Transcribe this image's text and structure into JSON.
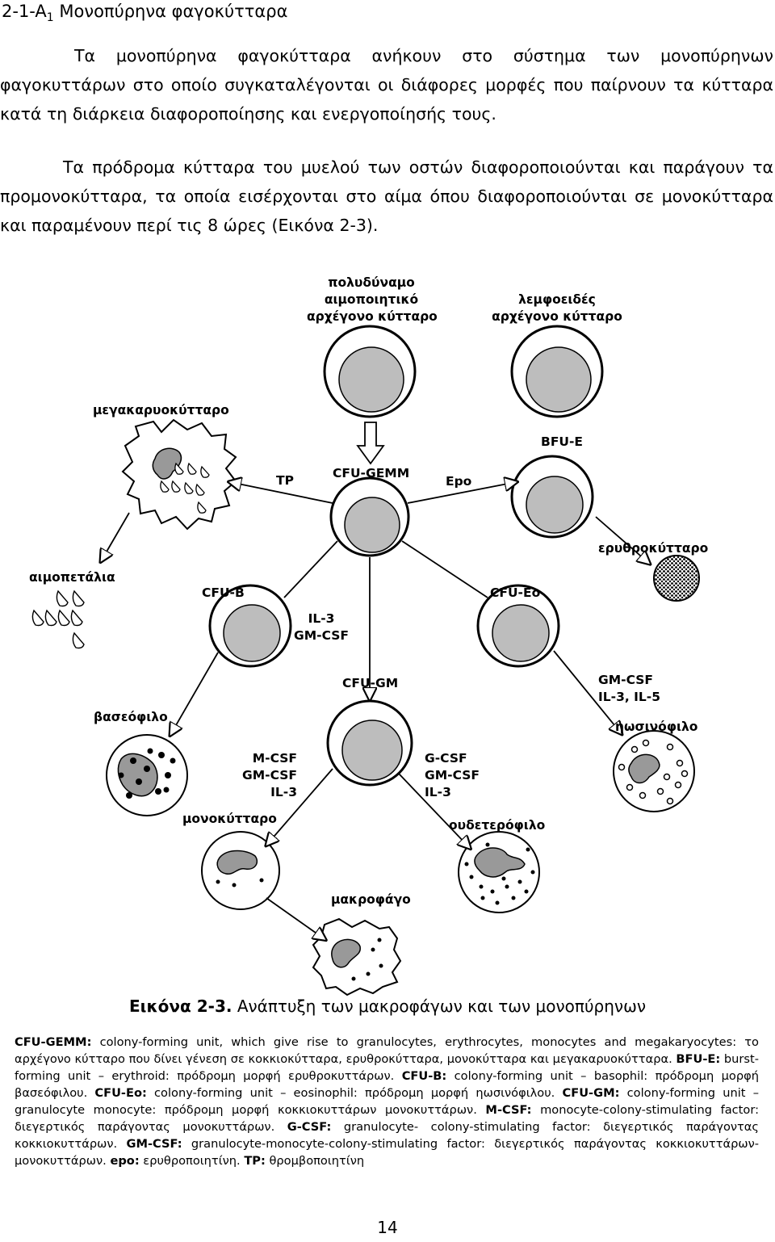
{
  "heading": {
    "prefix": "2-1-A",
    "sub": "1",
    "title": " Μονοπύρηνα φαγοκύτταρα"
  },
  "paragraphs": [
    "Τα μονοπύρηνα φαγοκύτταρα ανήκουν στο σύστημα των μονοπύρηνων φαγοκυττάρων στο οποίο συγκαταλέγονται οι διάφορες μορφές που παίρνουν τα κύτταρα κατά τη διάρκεια διαφοροποίησης και ενεργοποίησής τους.",
    "Τα πρόδρομα κύτταρα του μυελού των οστών διαφοροποιούνται και παράγουν τα προμονοκύτταρα, τα οποία εισέρχονται στο αίμα όπου διαφοροποιούνται σε μονοκύτταρα και παραμένουν περί τις 8 ώρες (Εικόνα 2-3)."
  ],
  "diagram": {
    "pluripotent_l1": "πολυδύναμο",
    "pluripotent_l2": "αιμοποιητικό",
    "pluripotent_l3": "αρχέγονο κύτταρο",
    "lymphoid_l1": "λεμφοειδές",
    "lymphoid_l2": "αρχέγονο κύτταρο",
    "megakaryocyte": "μεγακαρυοκύτταρο",
    "bfu_e": "BFU-E",
    "tp": "TP",
    "cfu_gemm": "CFU-GEMM",
    "epo": "Epo",
    "erythrocyte": "ερυθροκύτταρο",
    "platelets": "αιμοπετάλια",
    "cfu_b": "CFU-B",
    "cfu_eo": "CFU-Eo",
    "il3_l1": "IL-3",
    "il3_l2": "GM-CSF",
    "cfu_gm": "CFU-GM",
    "eo_f1": "GM-CSF",
    "eo_f2": "IL-3, IL-5",
    "basophil": "βασεόφιλο",
    "eosinophil": "ηωσινόφιλο",
    "mono_f1": "M-CSF",
    "mono_f2": "GM-CSF",
    "mono_f3": "IL-3",
    "neut_f1": "G-CSF",
    "neut_f2": "GM-CSF",
    "neut_f3": "IL-3",
    "monocyte": "μονοκύτταρο",
    "neutrophil": "ουδετερόφιλο",
    "macrophage": "μακροφάγο"
  },
  "caption": {
    "label": "Εικόνα 2-3.",
    "text": " Ανάπτυξη των μακροφάγων και των μονοπύρηνων"
  },
  "legend": {
    "t1": "CFU-GEMM:",
    "d1": " colony-forming unit, which give rise to granulocytes, erythrocytes, monocytes and megakaryocytes: το αρχέγονο κύτταρο που δίνει γένεση σε κοκκιοκύτταρα, ερυθροκύτταρα, μονοκύτταρα και μεγακαρυοκύτταρα. ",
    "t2": "BFU-E:",
    "d2": " burst-forming unit – erythroid: πρόδρομη μορφή ερυθροκυττάρων. ",
    "t3": "CFU-B:",
    "d3": " colony-forming unit – basophil: πρόδρομη μορφή βασεόφιλου. ",
    "t4": "CFU-Eo:",
    "d4": " colony-forming unit – eosinophil: πρόδρομη μορφή ηωσινόφιλου. ",
    "t5": "CFU-GM:",
    "d5": " colony-forming unit – granulocyte monocyte: πρόδρομη μορφή κοκκιοκυττάρων μονοκυττάρων. ",
    "t6": "M-CSF:",
    "d6": " monocyte-colony-stimulating factor: διεγερτικός παράγοντας μονοκυττάρων. ",
    "t7": "G-CSF:",
    "d7": " granulocyte- colony-stimulating factor: διεγερτικός παράγοντας κοκκιοκυττάρων. ",
    "t8": "GM-CSF:",
    "d8": " granulocyte-monocyte-colony-stimulating factor: διεγερτικός παράγοντας κοκκιοκυττάρων-μονοκυττάρων. ",
    "t9": "epo:",
    "d9": " ερυθροποιητίνη. ",
    "t10": "TP:",
    "d10": " θρομβοποιητίνη"
  },
  "page_number": "14"
}
